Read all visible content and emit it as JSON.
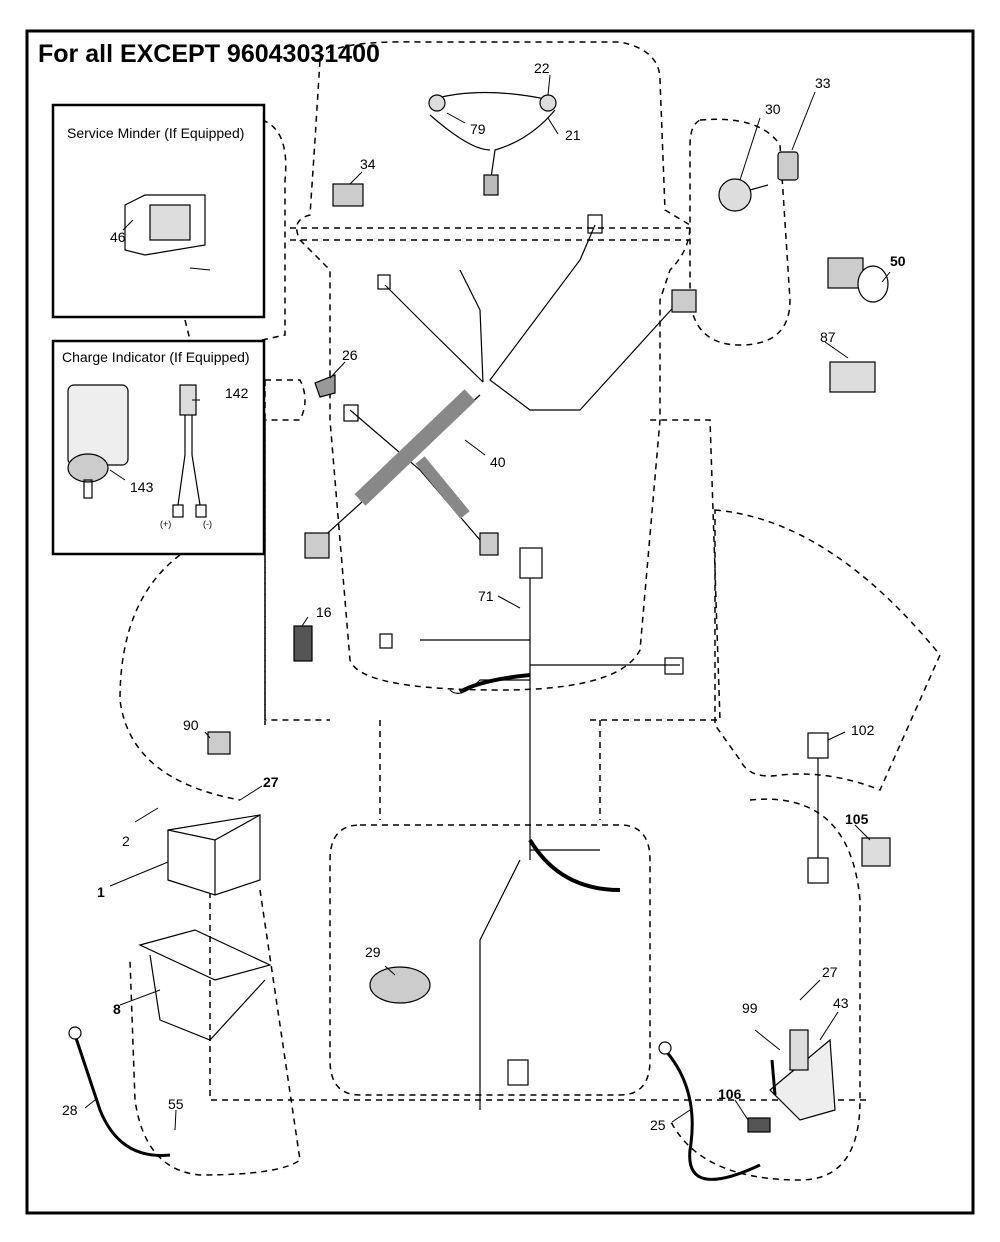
{
  "title": "For all EXCEPT 96043031400",
  "boxes": {
    "service_minder": "Service Minder (If Equipped)",
    "charge_indicator": "Charge Indicator (If Equipped)"
  },
  "polarity": {
    "plus": "(+)",
    "minus": "(-)"
  },
  "parts": {
    "p1": "1",
    "p2": "2",
    "p8": "8",
    "p16": "16",
    "p21": "21",
    "p22": "22",
    "p25": "25",
    "p26": "26",
    "p27a": "27",
    "p27b": "27",
    "p28": "28",
    "p29": "29",
    "p30": "30",
    "p33": "33",
    "p34": "34",
    "p40": "40",
    "p43": "43",
    "p46": "46",
    "p50": "50",
    "p55": "55",
    "p71": "71",
    "p79": "79",
    "p87": "87",
    "p90": "90",
    "p99": "99",
    "p102": "102",
    "p105": "105",
    "p106": "106",
    "p142": "142",
    "p143": "143"
  }
}
